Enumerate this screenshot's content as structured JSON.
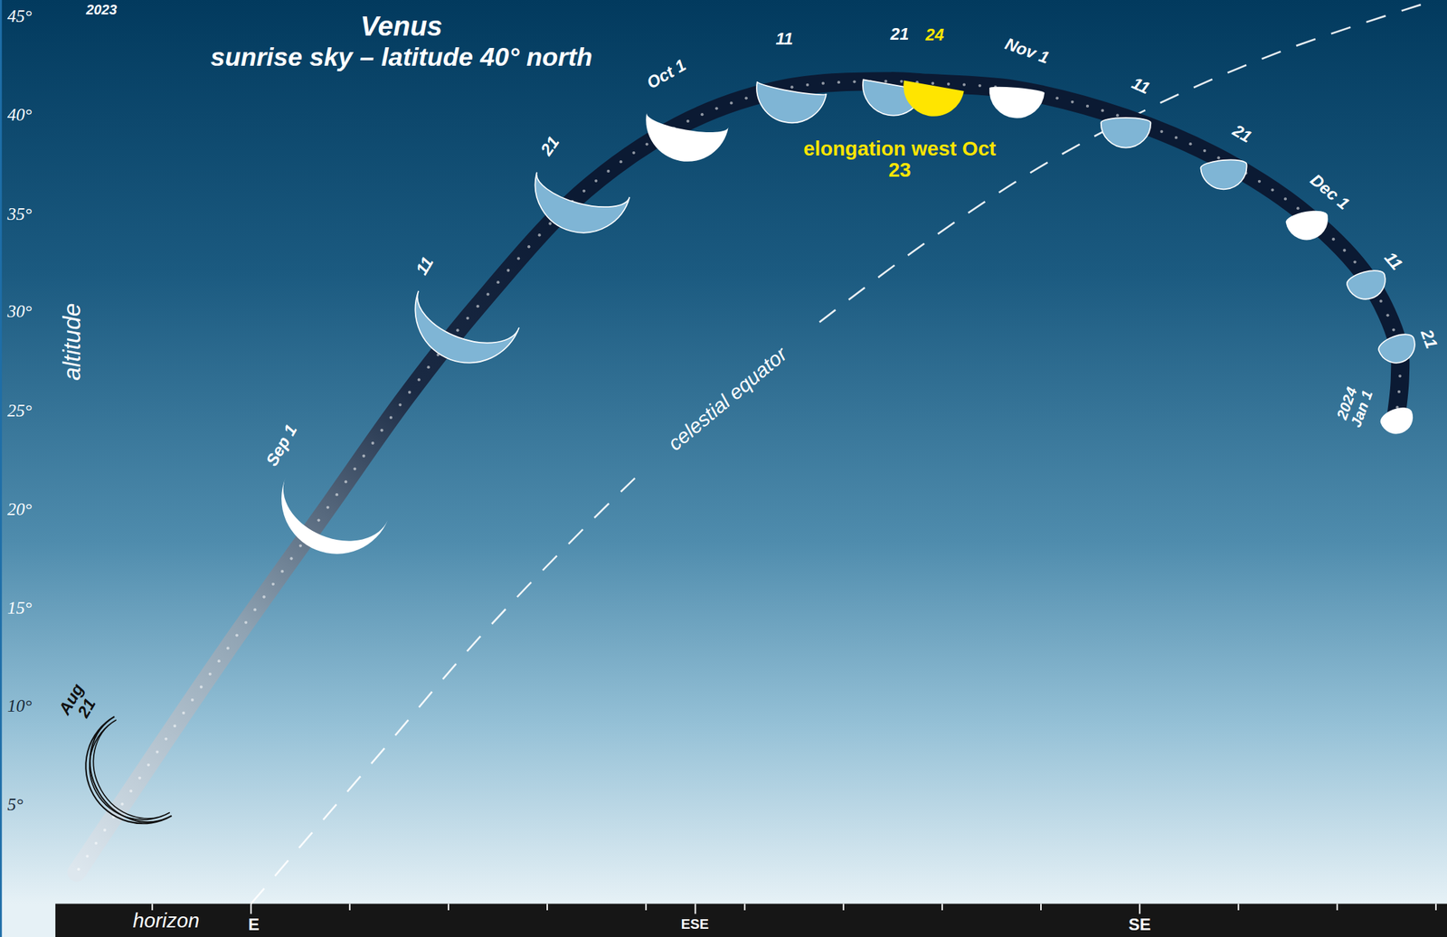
{
  "diagram": {
    "title": "Venus",
    "caption": "sunrise sky – latitude 40° north",
    "labels": [
      "2023",
      "45°",
      "40°",
      "35°",
      "30°",
      "25°",
      "20°",
      "15°",
      "10°",
      "5°",
      "altitude",
      "horizon",
      "E",
      "ESE",
      "SE",
      "celestial equator",
      "Aug 21",
      "Sep 1",
      "11",
      "21",
      "Oct 1",
      "11",
      "21",
      "24",
      "Nov 1",
      "11",
      "21",
      "Dec 1",
      "11",
      "21",
      "2024 Jan 1",
      "elongation west Oct 23"
    ]
  }
}
